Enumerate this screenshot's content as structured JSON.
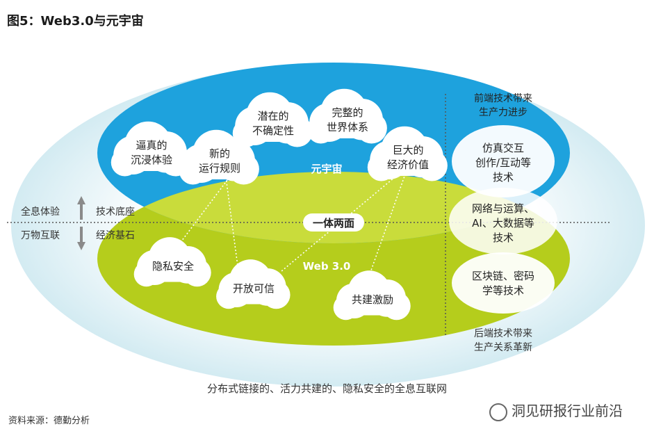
{
  "figure": {
    "title": "图5：Web3.0与元宇宙",
    "caption": "分布式链接的、活力共建的、隐私安全的全息互联网",
    "source": "资料来源：德勤分析",
    "watermark": "洞见研报行业前沿"
  },
  "colors": {
    "metaverse_blue": "#1fa3de",
    "web3_green": "#b7cf1e",
    "outer_glow": "#dbeef3",
    "arrow_gray": "#8a8a8a"
  },
  "metaverse": {
    "label": "元宇宙",
    "clouds": [
      {
        "line1": "逼真的",
        "line2": "沉浸体验"
      },
      {
        "line1": "新的",
        "line2": "运行规则"
      },
      {
        "line1": "潜在的",
        "line2": "不确定性"
      },
      {
        "line1": "完整的",
        "line2": "世界体系"
      },
      {
        "line1": "巨大的",
        "line2": "经济价值"
      }
    ]
  },
  "web3": {
    "label": "Web 3.0",
    "clouds": [
      {
        "line1": "隐私安全"
      },
      {
        "line1": "开放可信"
      },
      {
        "line1": "共建激励"
      }
    ]
  },
  "center_label": "一体两面",
  "left_axis": {
    "top_outer": "全息体验",
    "bottom_outer": "万物互联",
    "top_inner": "技术底座",
    "bottom_inner": "经济基石"
  },
  "right_panel": {
    "top_heading_line1": "前端技术带来",
    "top_heading_line2": "生产力进步",
    "bottom_heading_line1": "后端技术带来",
    "bottom_heading_line2": "生产关系革新",
    "items": [
      {
        "line1": "仿真交互",
        "line2": "创作/互动等",
        "line3": "技术"
      },
      {
        "line1": "网络与运算、",
        "line2": "AI、大数据等",
        "line3": "技术"
      },
      {
        "line1": "区块链、密码",
        "line2": "学等技术"
      }
    ]
  }
}
